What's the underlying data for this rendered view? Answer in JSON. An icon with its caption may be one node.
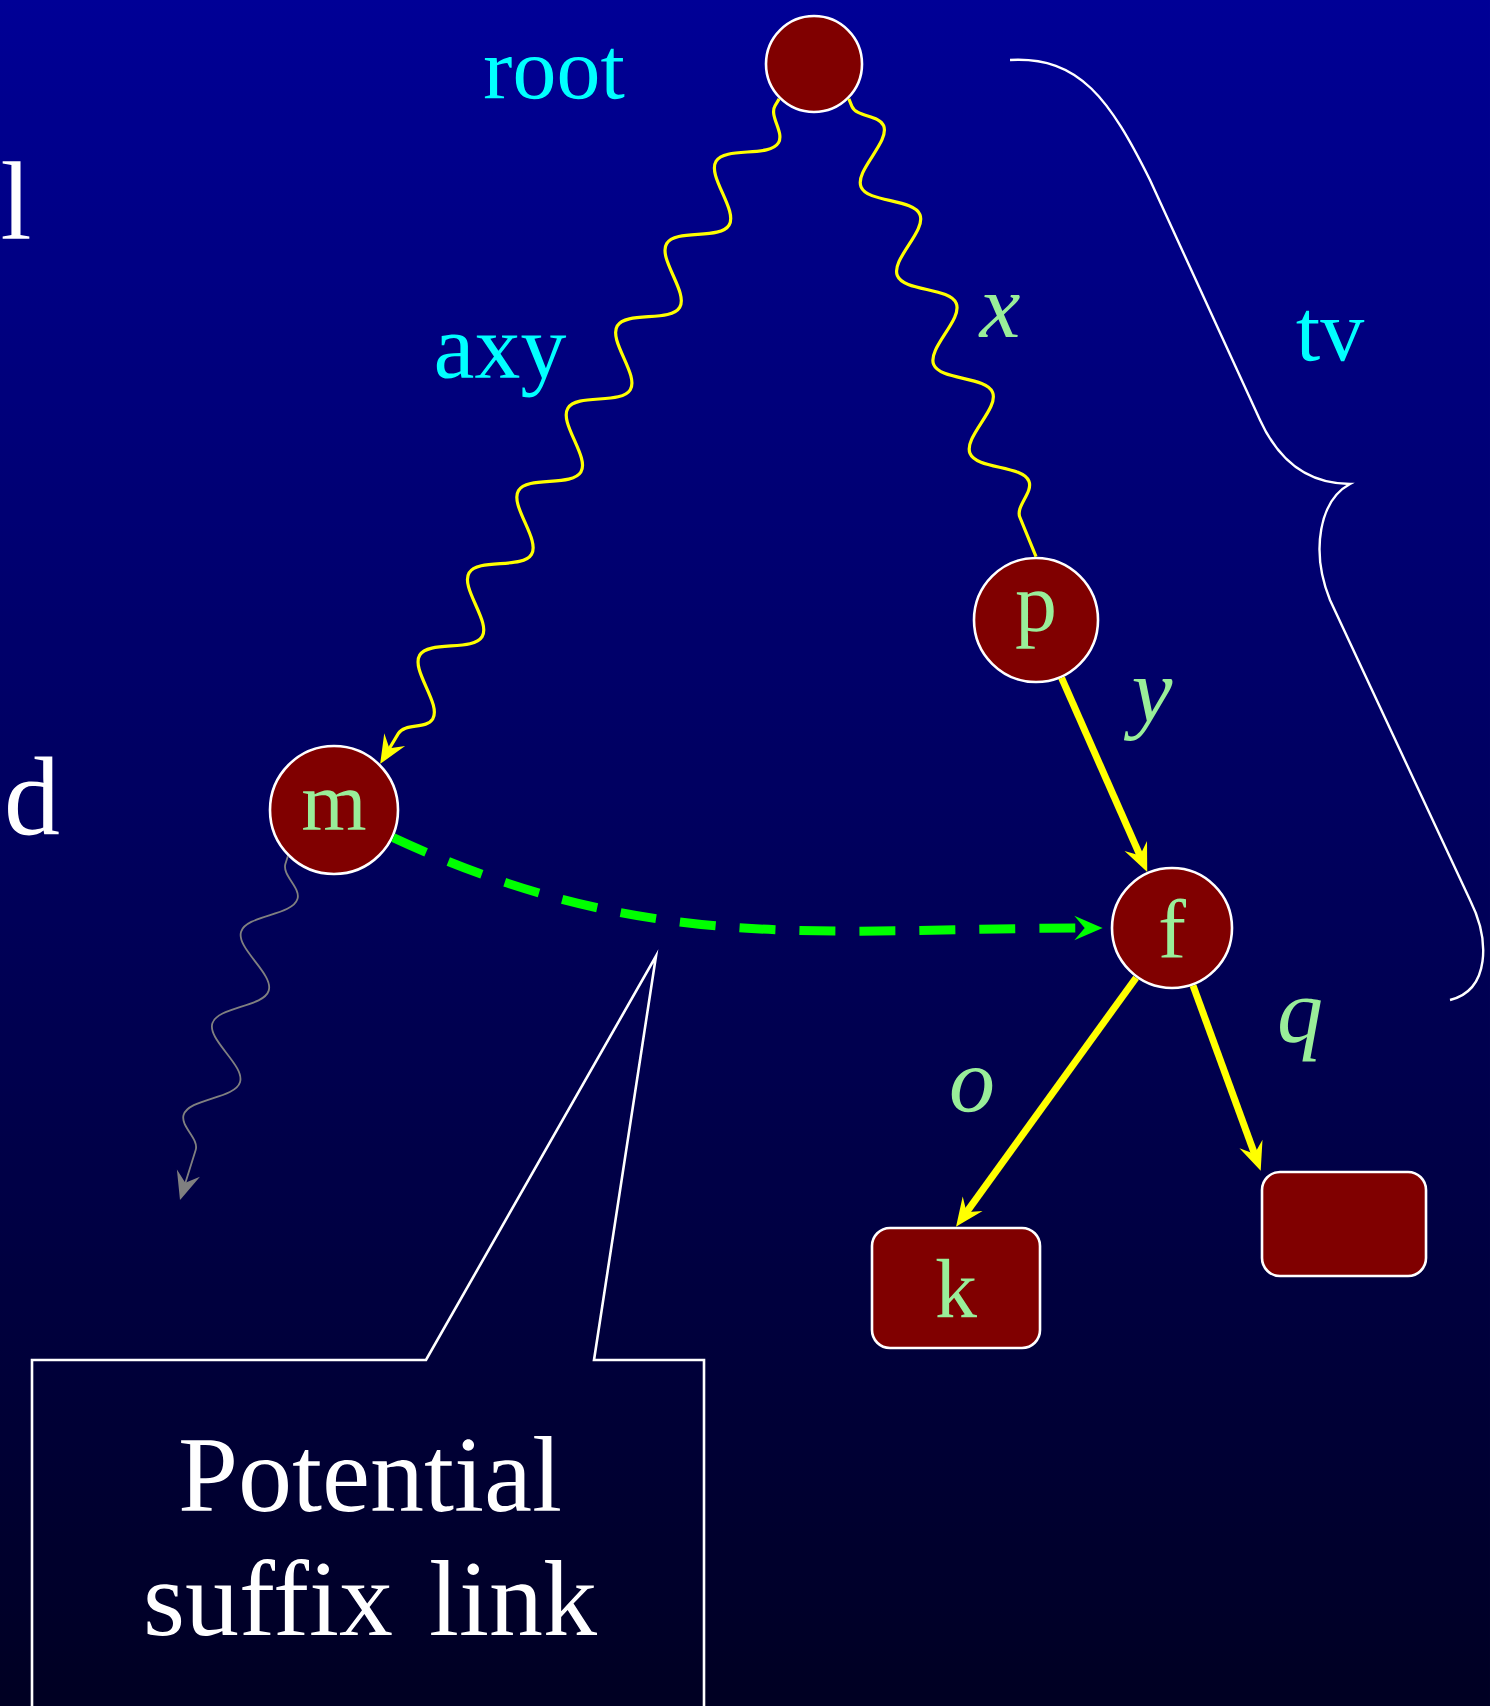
{
  "diagram": {
    "nodes": [
      {
        "text": [],
        "shape": "circle",
        "beside": [
          "root"
        ]
      },
      {
        "text": [
          "m"
        ]
      },
      {
        "text": [
          "p"
        ]
      },
      {
        "text": [
          "f"
        ]
      },
      {
        "text": [
          "k"
        ]
      },
      {
        "text": [],
        "shape": "box"
      },
      {
        "text": [
          "Potential suffix link"
        ]
      }
    ],
    "edges": [
      {
        "from": 0,
        "to": 1,
        "arrow": "to",
        "label": "axy"
      },
      {
        "from": 0,
        "to": 2,
        "arrow": "none",
        "label": "x"
      },
      {
        "from": 2,
        "to": 3,
        "arrow": "to",
        "label": "y"
      },
      {
        "from": 3,
        "to": 4,
        "arrow": "to",
        "label": "o"
      },
      {
        "from": 3,
        "to": 5,
        "arrow": "to",
        "label": "q"
      },
      {
        "from": 1,
        "to": 3,
        "arrow": "to",
        "style": "dashed",
        "color": "#00ff00"
      },
      {
        "from": 1,
        "to": null,
        "arrow": "to",
        "color": "#808080"
      }
    ],
    "labels": [
      "l",
      "d",
      "tv"
    ]
  }
}
